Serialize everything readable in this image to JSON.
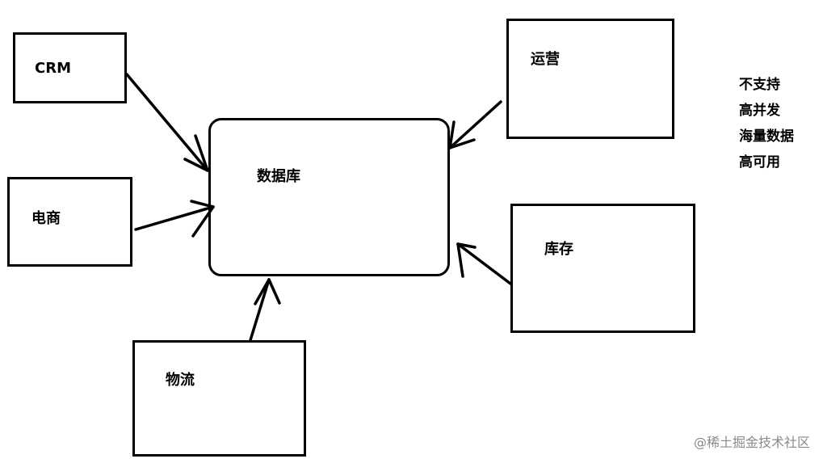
{
  "nodes": {
    "crm": "CRM",
    "ecommerce": "电商",
    "logistics": "物流",
    "database": "数据库",
    "operations": "运营",
    "inventory": "库存"
  },
  "notes": [
    "不支持",
    "高并发",
    "海量数据",
    "高可用"
  ],
  "watermark": "@稀土掘金技术社区",
  "colors": {
    "stroke": "#000000",
    "background": "#ffffff",
    "watermark": "#8a8a8a"
  }
}
